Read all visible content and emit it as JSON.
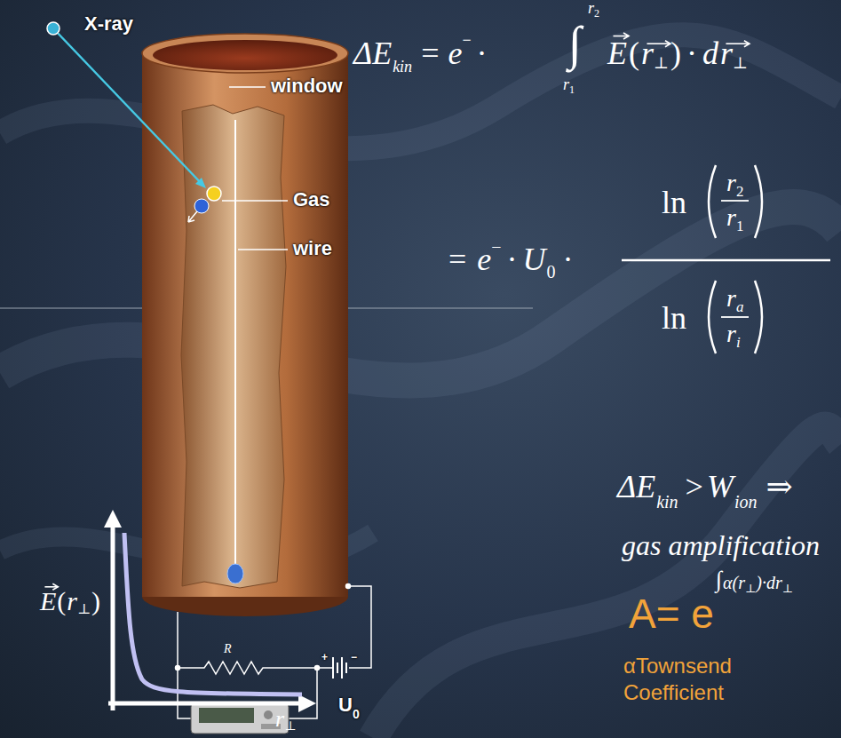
{
  "diagram": {
    "labels": [
      "X-ray",
      "window",
      "Gas",
      "wire",
      "R",
      "U",
      "0",
      "E",
      "(",
      "r",
      "⊥",
      ")",
      "r",
      "⊥",
      "ΔE",
      "kin",
      "=",
      "e",
      "−",
      "·",
      "∫",
      "r",
      "2",
      "r",
      "1",
      "E",
      "(",
      "r",
      "⊥",
      ")",
      "·",
      "d",
      "r",
      "⊥",
      "=",
      "e",
      "−",
      "·",
      "U",
      "0",
      "·",
      "ln",
      "r",
      "2",
      "r",
      "1",
      "ln",
      "r",
      "a",
      "r",
      "i",
      "ΔE",
      "kin",
      ">",
      "W",
      "ion",
      "⇒",
      "gas amplification",
      "A= e",
      "∫",
      "α(r",
      "⊥",
      ")·dr",
      "⊥",
      "αTownsend",
      "Coefficient",
      "+",
      "−"
    ]
  }
}
